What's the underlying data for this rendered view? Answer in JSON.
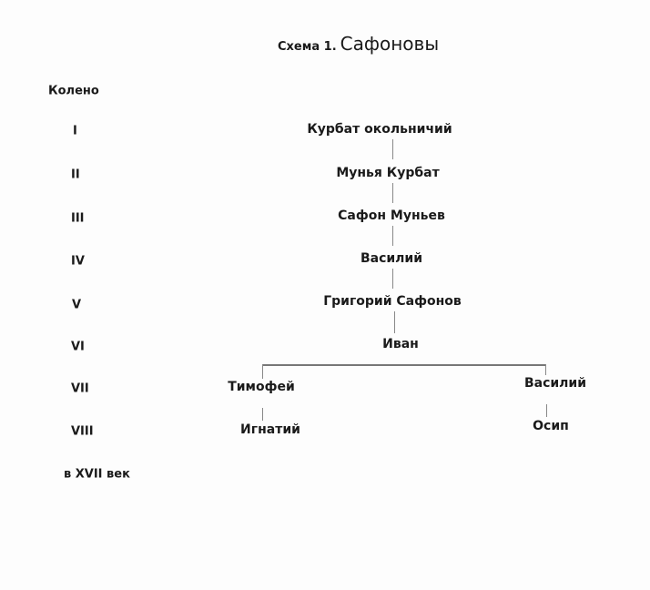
{
  "title": {
    "prefix": "Схема 1.",
    "name": "Сафоновы"
  },
  "generation_header": "Колено",
  "generations": [
    "I",
    "II",
    "III",
    "IV",
    "V",
    "VI",
    "VII",
    "VIII"
  ],
  "footer_label": "в XVII век",
  "tree": {
    "main_line": [
      "Курбат окольничий",
      "Мунья Курбат",
      "Сафон Муньев",
      "Василий",
      "Григорий Сафонов",
      "Иван"
    ],
    "left_branch": [
      "Тимофей",
      "Игнатий"
    ],
    "right_branch": [
      "Василий",
      "Осип"
    ]
  }
}
